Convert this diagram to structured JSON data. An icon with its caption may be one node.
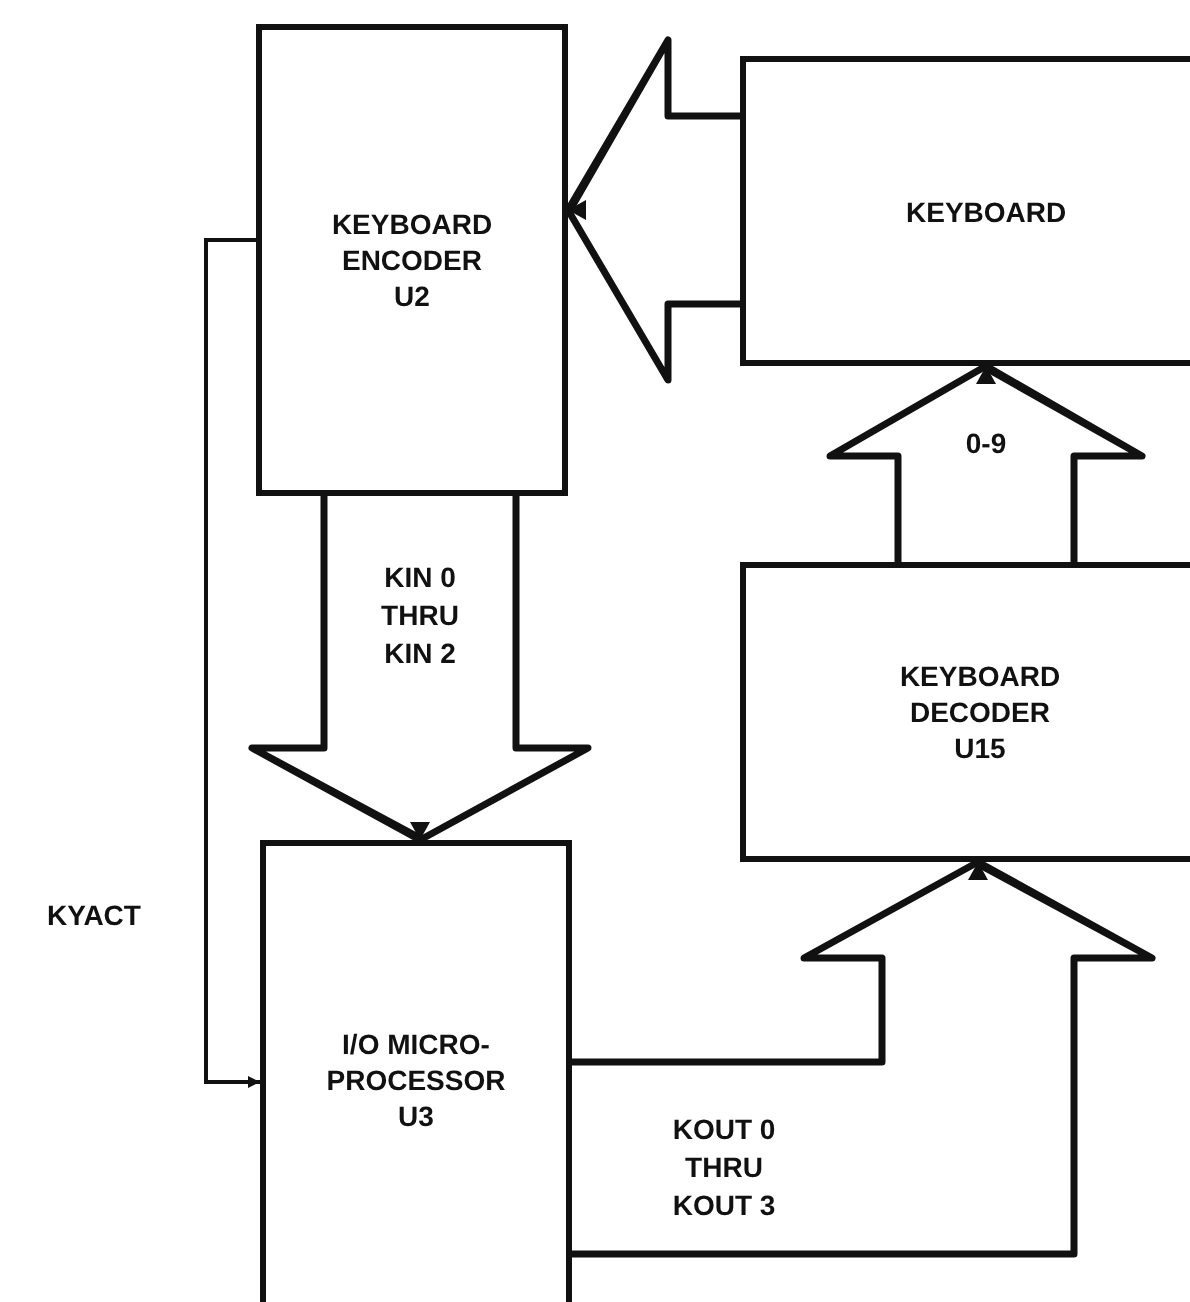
{
  "diagram": {
    "nodes": [
      {
        "text": [
          "KEYBOARD ENCODER U2"
        ]
      },
      {
        "text": [
          "KEYBOARD"
        ]
      },
      {
        "text": [
          "KEYBOARD DECODER U15"
        ]
      },
      {
        "text": [
          "I/O MICRO- PROCESSOR U3"
        ]
      }
    ],
    "edges": [
      {
        "from": 1,
        "to": 0,
        "arrow": "to"
      },
      {
        "from": 2,
        "to": 1,
        "arrow": "to",
        "label": "0-9"
      },
      {
        "from": 0,
        "to": 3,
        "arrow": "to",
        "label": "KIN 0 THRU KIN 2"
      },
      {
        "from": 3,
        "to": 2,
        "arrow": "to",
        "label": "KOUT 0 THRU KOUT 3"
      },
      {
        "from": 0,
        "to": 3,
        "arrow": "to",
        "label": "KYACT"
      }
    ]
  }
}
